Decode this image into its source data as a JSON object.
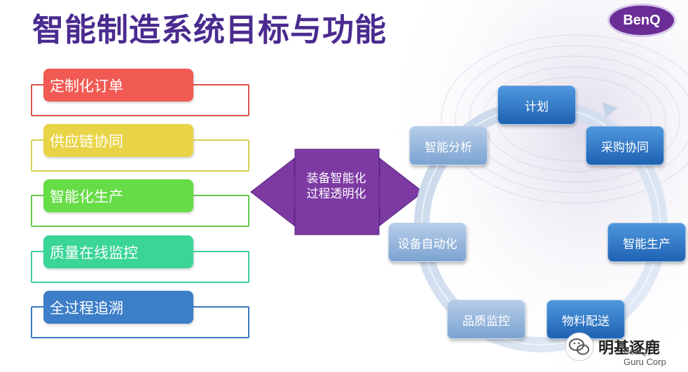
{
  "title": "智能制造系统目标与功能",
  "logo": "BenQ",
  "goals": [
    {
      "label": "定制化订单",
      "color": "#f05a53",
      "frame": "#d9534f"
    },
    {
      "label": "供应链协同",
      "color": "#e9d447",
      "frame": "#d8cf55"
    },
    {
      "label": "智能化生产",
      "color": "#66dc46",
      "frame": "#66c94c"
    },
    {
      "label": "质量在线监控",
      "color": "#3ad597",
      "frame": "#3fcf94"
    },
    {
      "label": "全过程追溯",
      "color": "#3c7ec8",
      "frame": "#3c78c0"
    }
  ],
  "center": {
    "line1": "装备智能化",
    "line2": "过程透明化",
    "color": "#7d3aa3"
  },
  "cycle_nodes": [
    {
      "label": "计划",
      "style": "dark"
    },
    {
      "label": "采购协同",
      "style": "dark"
    },
    {
      "label": "智能生产",
      "style": "dark"
    },
    {
      "label": "物料配送",
      "style": "dark"
    },
    {
      "label": "品质监控",
      "style": "light"
    },
    {
      "label": "设备自动化",
      "style": "light"
    },
    {
      "label": "智能分析",
      "style": "light"
    }
  ],
  "watermark": {
    "text": "明基逐鹿",
    "icon": "wechat-icon"
  },
  "brand_footer": {
    "line1": "BenQ",
    "line2": "Guru Corp"
  }
}
